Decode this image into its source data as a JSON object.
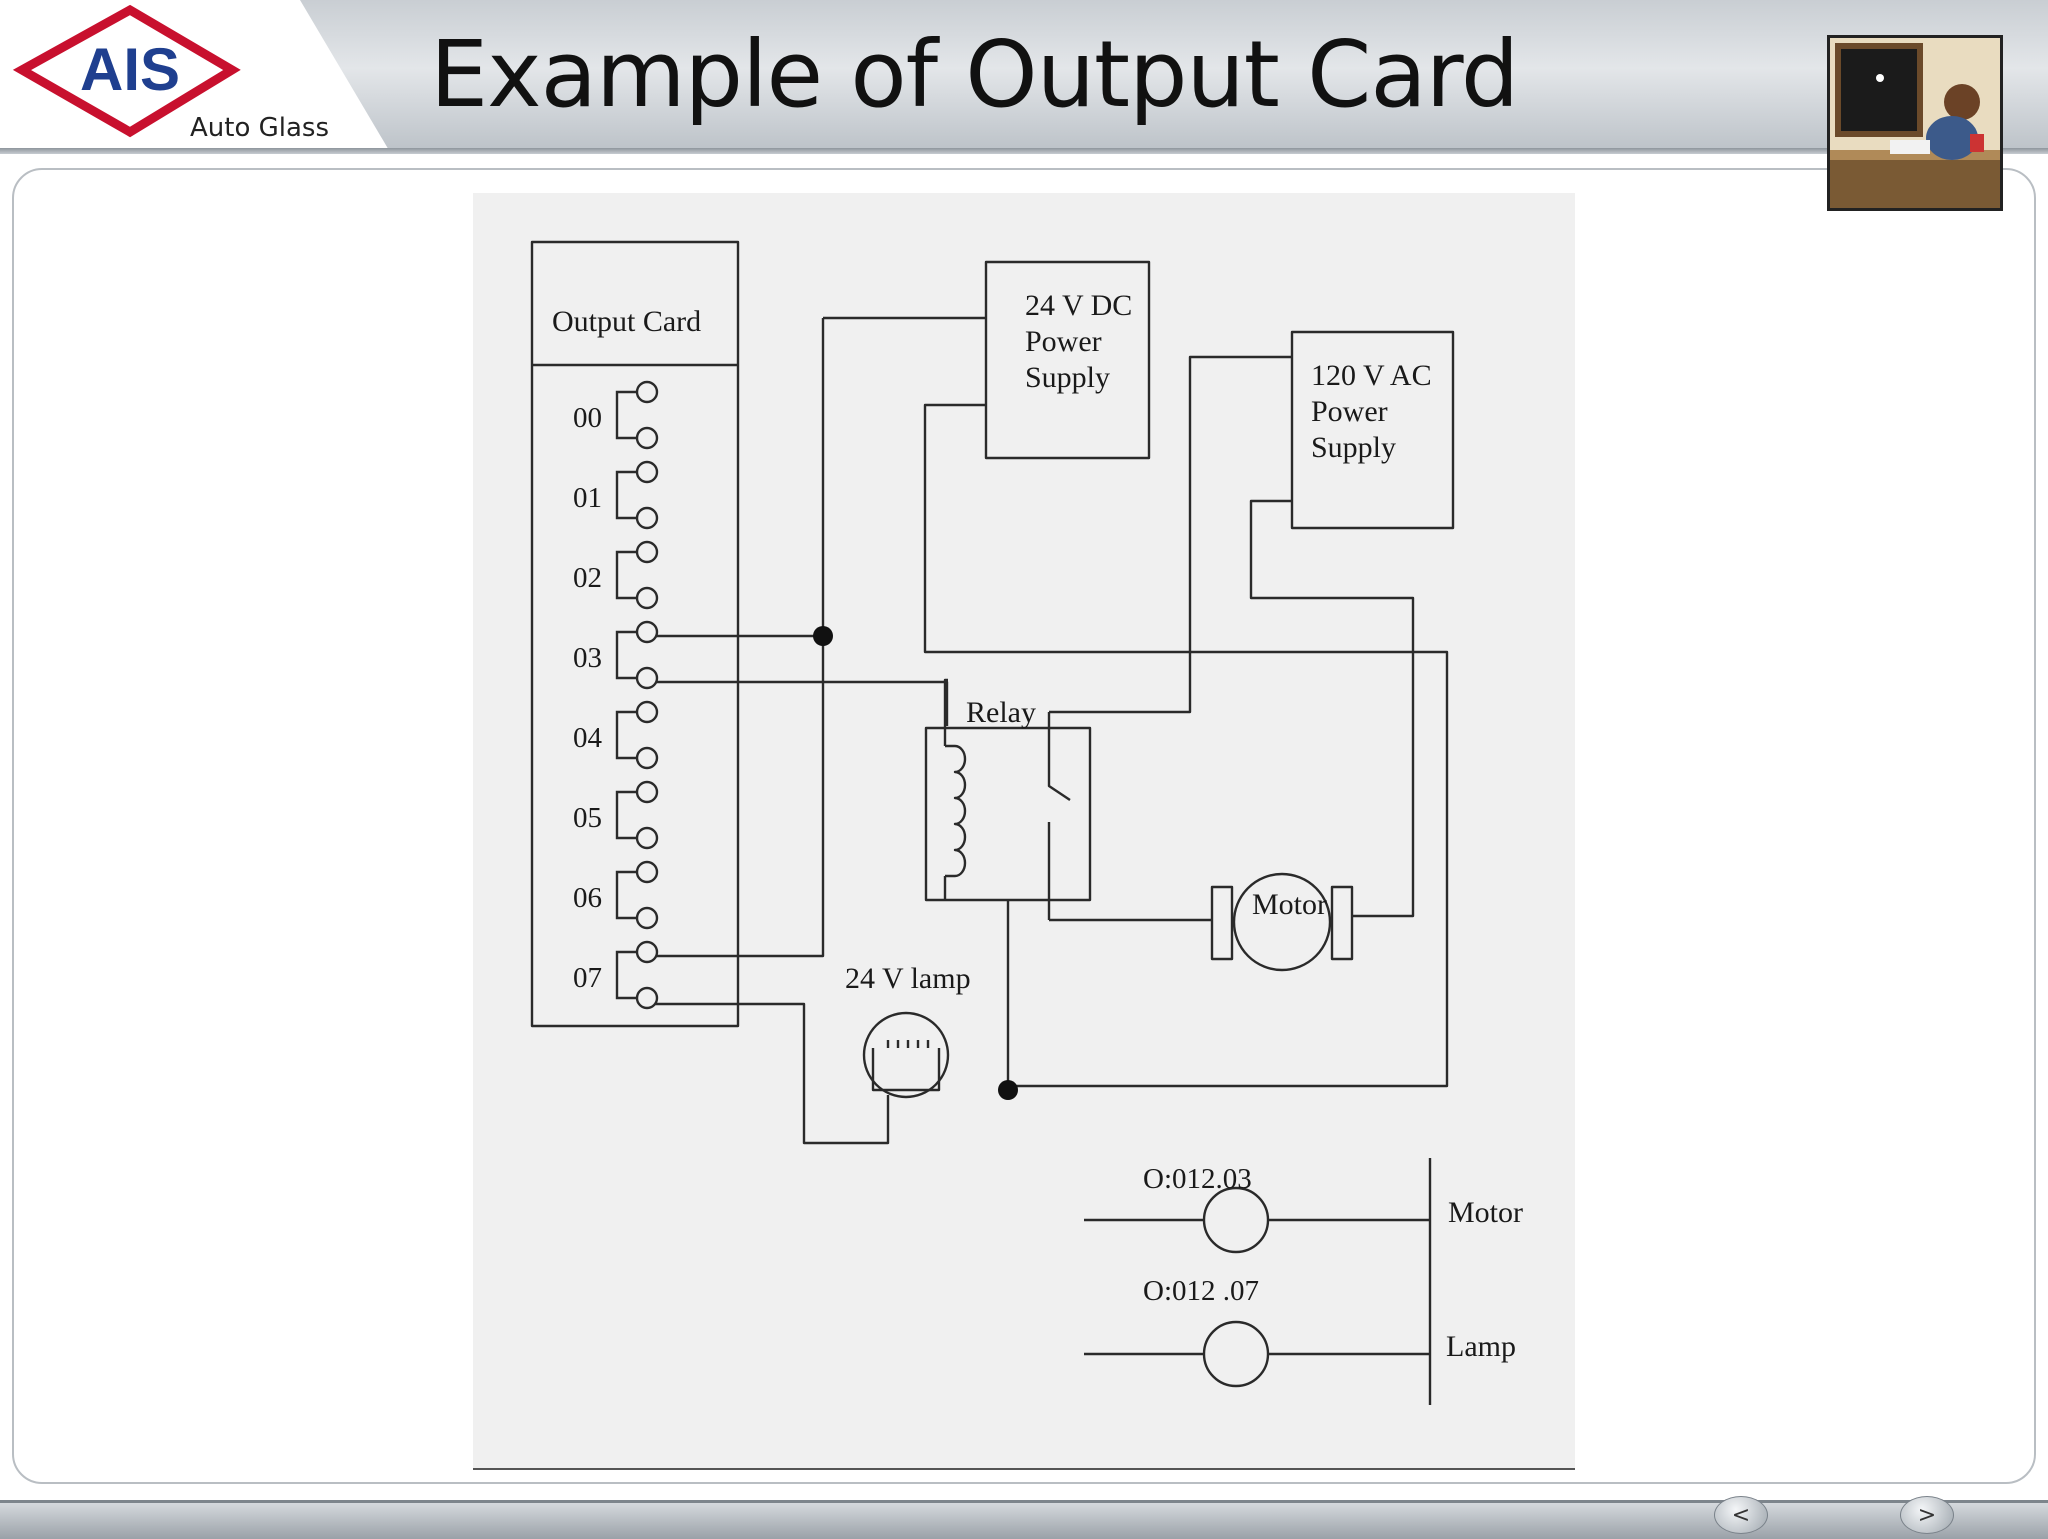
{
  "header": {
    "title": "Example of Output Card",
    "logo": {
      "text": "AIS",
      "subtext": "Auto Glass",
      "accent_color": "#c8102e",
      "text_color": "#1f3f8f"
    }
  },
  "diagram": {
    "output_card": {
      "label": "Output Card",
      "terminals": [
        "00",
        "01",
        "02",
        "03",
        "04",
        "05",
        "06",
        "07"
      ]
    },
    "dc_supply": {
      "lines": [
        "24 V DC",
        "Power",
        "Supply"
      ]
    },
    "ac_supply": {
      "lines": [
        "120 V AC",
        "Power",
        "Supply"
      ]
    },
    "relay": {
      "label": "Relay"
    },
    "motor": {
      "label": "Motor"
    },
    "lamp": {
      "label": "24 V lamp"
    },
    "ladder": [
      {
        "address": "O:012.03",
        "device": "Motor"
      },
      {
        "address": "O:012 .07",
        "device": "Lamp"
      }
    ]
  },
  "nav": {
    "prev_icon": "previous-arrow-icon",
    "next_icon": "next-arrow-icon",
    "prev_label": "<",
    "next_label": ">"
  },
  "thumbnail": {
    "icon": "person-at-desk-illustration"
  }
}
